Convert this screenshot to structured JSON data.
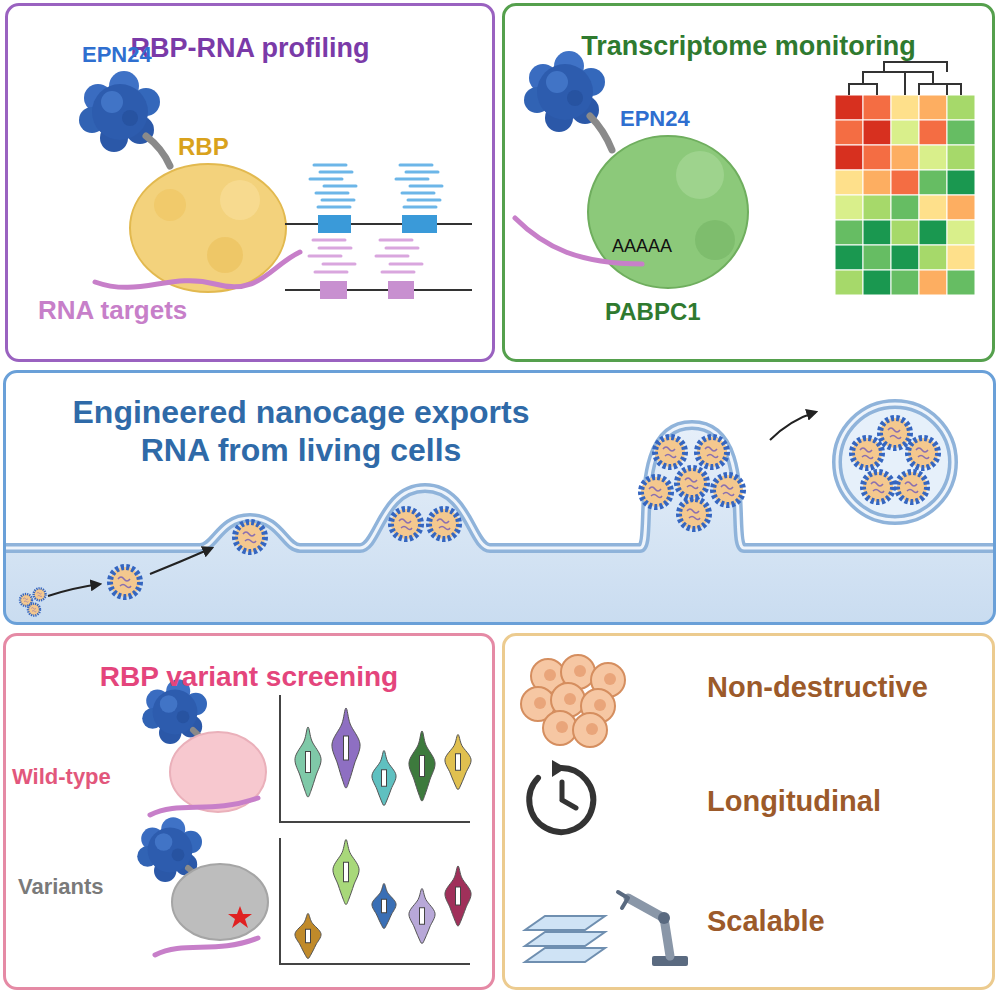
{
  "diagram": {
    "nodes": [
      {
        "text": [
          "RBP-RNA profiling"
        ]
      },
      {
        "text": [
          "Transcriptome monitoring"
        ]
      },
      {
        "text": [
          "Engineered nanocage exports RNA from living cells"
        ]
      },
      {
        "text": [
          "RBP variant screening"
        ]
      },
      {
        "text": [
          "Non-destructive",
          "Longitudinal",
          "Scalable"
        ]
      }
    ],
    "labels": [
      "EPN24",
      "RBP",
      "RNA targets",
      "EPN24",
      "AAAAA",
      "PABPC1",
      "Wild-type",
      "Variants"
    ]
  }
}
